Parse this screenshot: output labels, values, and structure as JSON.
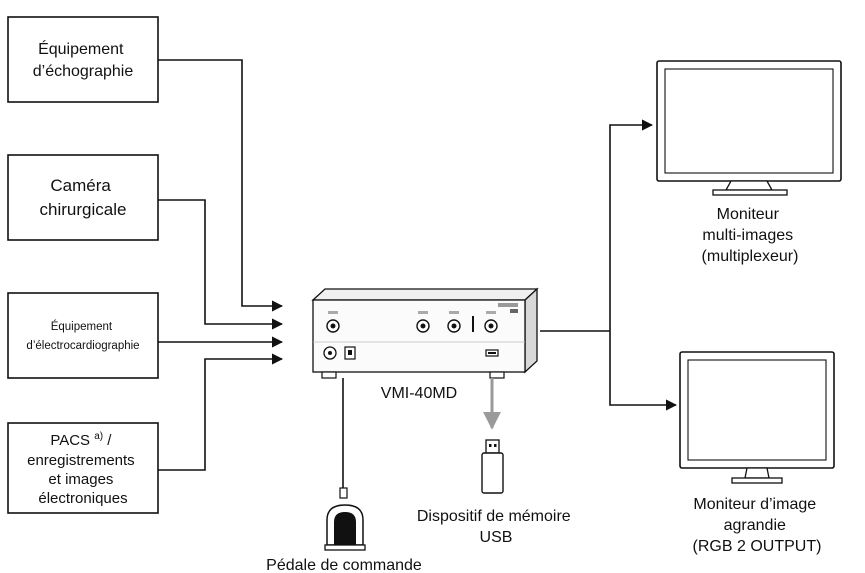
{
  "sources": [
    {
      "id": "ultrasound",
      "lines": [
        "Équipement",
        "d’échographie"
      ]
    },
    {
      "id": "surgical-camera",
      "lines": [
        "Caméra",
        "chirurgicale"
      ]
    },
    {
      "id": "ecg",
      "lines": [
        "Équipement",
        "d’électrocardiographie"
      ]
    },
    {
      "id": "pacs",
      "lines": [
        "PACS a) /",
        "enregistrements",
        "et images",
        "électroniques"
      ]
    }
  ],
  "device": {
    "name": "VMI-40MD"
  },
  "outputs": [
    {
      "id": "multi-image-monitor",
      "lines": [
        "Moniteur",
        "multi-images",
        "(multiplexeur)"
      ]
    },
    {
      "id": "magnified-monitor",
      "lines": [
        "Moniteur d’image",
        "agrandie",
        "(RGB 2 OUTPUT)"
      ]
    }
  ],
  "peripherals": {
    "usb": {
      "lines": [
        "Dispositif de mémoire",
        "USB"
      ]
    },
    "pedal": {
      "lines": [
        "Pédale de commande"
      ]
    }
  },
  "footnote_marker": "a)"
}
